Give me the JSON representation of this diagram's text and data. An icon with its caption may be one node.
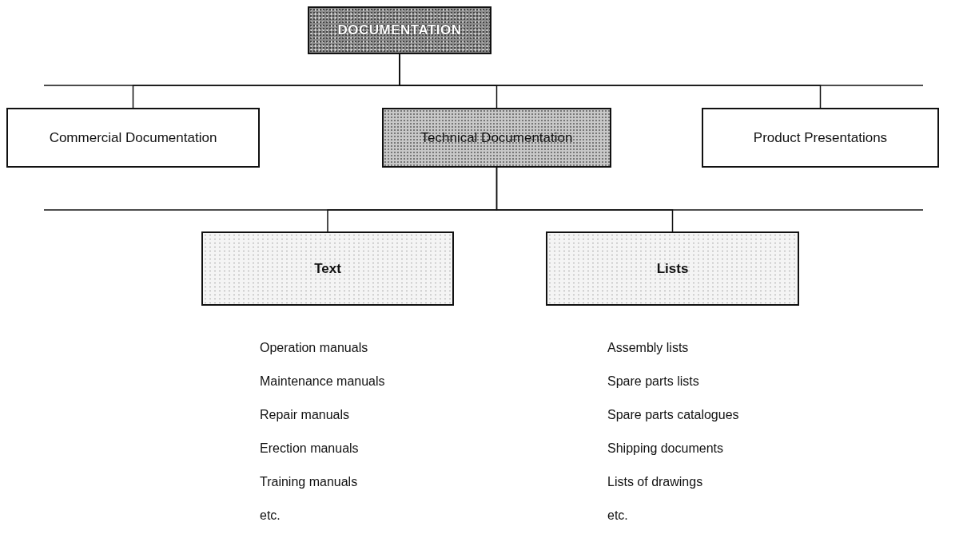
{
  "diagram": {
    "nodes": [
      {
        "text": [
          "DOCUMENTATION"
        ]
      },
      {
        "text": [
          "Commercial Documentation"
        ]
      },
      {
        "text": [
          "Technical Documentation"
        ]
      },
      {
        "text": [
          "Product Presentations"
        ]
      },
      {
        "text": [
          "Text"
        ],
        "beside": [
          "Operation manuals",
          "Maintenance manuals",
          "Repair manuals",
          "Erection manuals",
          "Training manuals",
          "etc."
        ]
      },
      {
        "text": [
          "Lists"
        ],
        "beside": [
          "Assembly lists",
          "Spare parts lists",
          "Spare parts catalogues",
          "Shipping documents",
          "Lists of drawings",
          "etc."
        ]
      }
    ],
    "edges": [
      {
        "from": 0,
        "to": 1,
        "arrow": "none"
      },
      {
        "from": 0,
        "to": 2,
        "arrow": "none"
      },
      {
        "from": 0,
        "to": 3,
        "arrow": "none"
      },
      {
        "from": 2,
        "to": 4,
        "arrow": "none"
      },
      {
        "from": 2,
        "to": 5,
        "arrow": "none"
      }
    ]
  }
}
